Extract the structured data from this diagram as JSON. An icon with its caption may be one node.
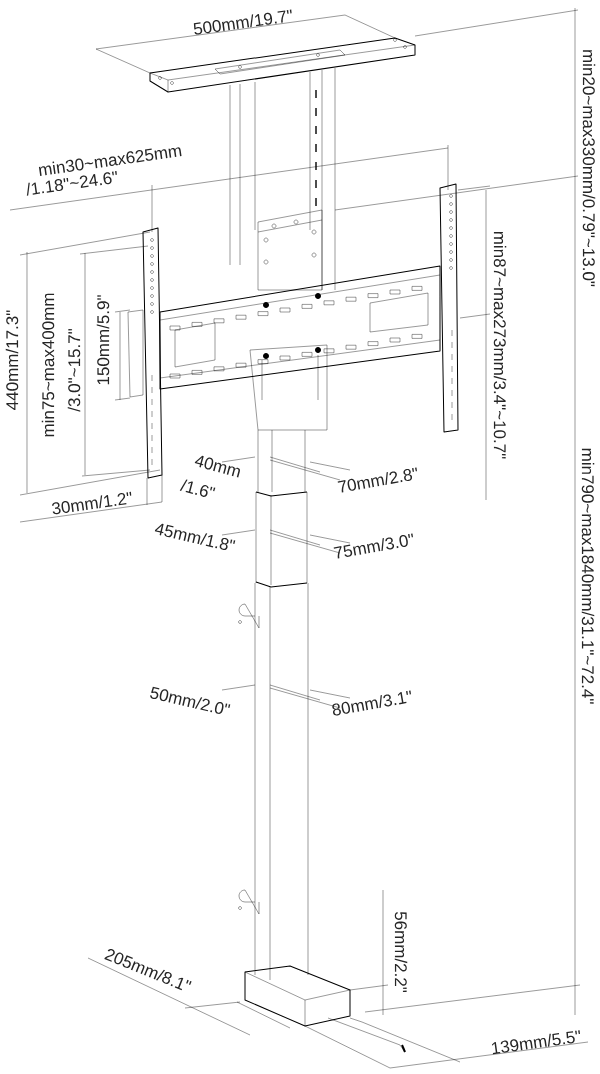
{
  "diagram": {
    "labels": [
      "500mm/19.7\"",
      "min20~max330mm/0.79\"~13.0\"",
      "min30~max625mm",
      "/1.18\"~24.6\"",
      "min87~max273mm/3.4\"~10.7\"",
      "440mm/17.3\"",
      "min75~max400mm",
      "/3.0\"~15.7\"",
      "150mm/5.9\"",
      "40mm",
      "/1.6\"",
      "70mm/2.8\"",
      "30mm/1.2\"",
      "45mm/1.8\"",
      "75mm/3.0\"",
      "min790~max1840mm/31.1\"~72.4\"",
      "50mm/2.0\"",
      "80mm/3.1\"",
      "56mm/2.2\"",
      "205mm/8.1\"",
      "139mm/5.5\""
    ]
  }
}
